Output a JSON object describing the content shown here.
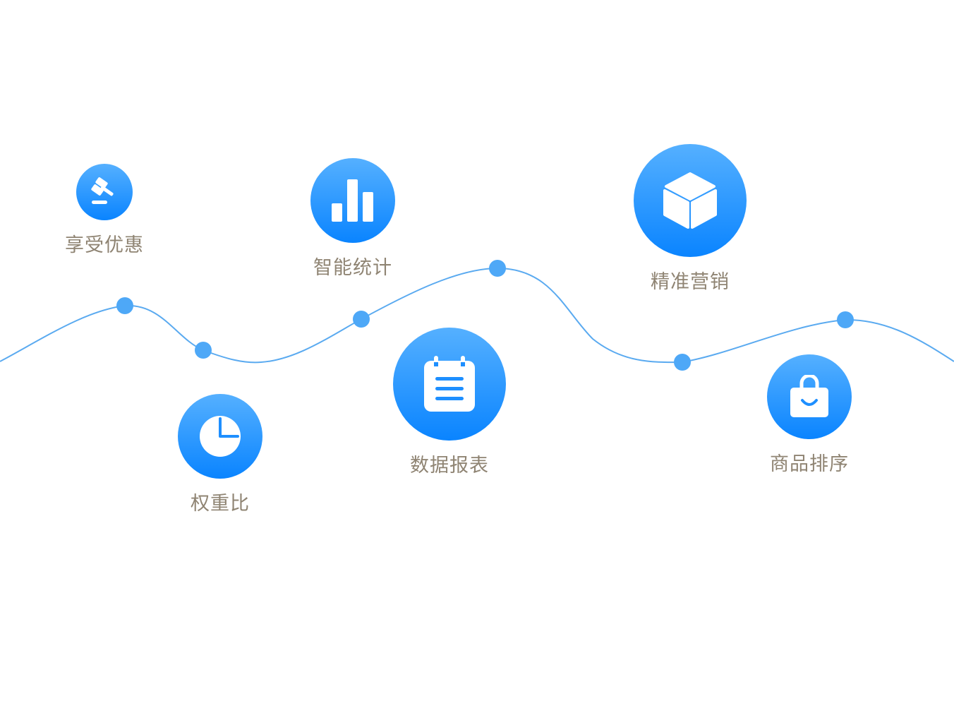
{
  "features": {
    "discount": {
      "label": "享受优惠",
      "icon": "gavel-icon"
    },
    "stats": {
      "label": "智能统计",
      "icon": "bar-chart-icon"
    },
    "marketing": {
      "label": "精准营销",
      "icon": "cube-icon"
    },
    "weight": {
      "label": "权重比",
      "icon": "pie-chart-icon"
    },
    "report": {
      "label": "数据报表",
      "icon": "notepad-icon"
    },
    "sort": {
      "label": "商品排序",
      "icon": "shopping-bag-icon"
    }
  },
  "colors": {
    "accent": "#1e8fff",
    "line": "#5aaaf0",
    "label": "#8f8473"
  }
}
